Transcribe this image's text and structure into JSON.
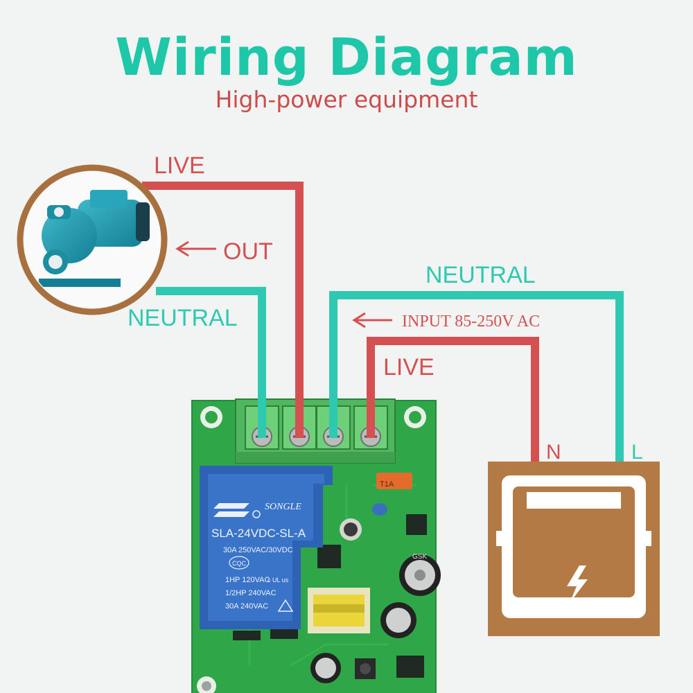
{
  "header": {
    "title": "Wiring Diagram",
    "subtitle": "High-power equipment"
  },
  "labels": {
    "live_top": "LIVE",
    "out": "OUT",
    "neutral_left": "NEUTRAL",
    "neutral_right": "NEUTRAL",
    "input": "INPUT 85-250V AC",
    "live_right": "LIVE",
    "n": "N",
    "l": "L"
  },
  "relay": {
    "brand": "SONGLE",
    "model": "SLA-24VDC-SL-A",
    "rating": "30A 250VAC/30VDC",
    "cert": "CQC",
    "spec1": "1HP 120VAC",
    "spec2": "1/2HP 240VAC",
    "spec3": "30A 240VAC",
    "ul": "c UL us"
  },
  "fuse": {
    "label": "T1A"
  },
  "capacitor": {
    "label": "GSK"
  },
  "colors": {
    "live": "#d55151",
    "neutral": "#2ec9b0",
    "title": "#1ec7a8",
    "subtitle": "#cc4b4b",
    "pcb": "#2fa748",
    "relay": "#2d62b5",
    "terminal": "#5fc96a",
    "power_box": "#b37a45"
  },
  "icons": {
    "pump": "water-pump-icon",
    "power": "lightning-icon",
    "arrow": "left-arrow-icon"
  }
}
